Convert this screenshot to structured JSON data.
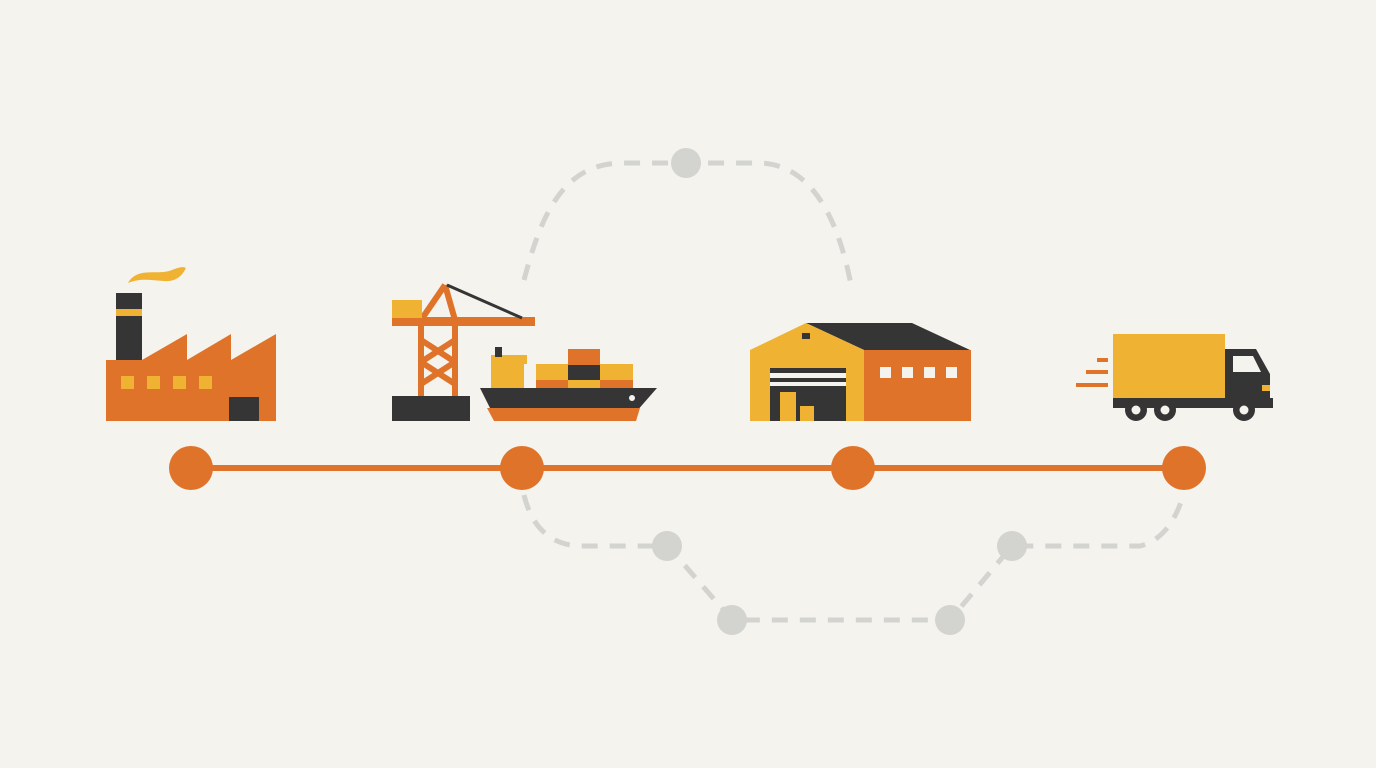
{
  "diagram": {
    "type": "supply-chain-flow",
    "stages": [
      {
        "id": "factory",
        "icon": "factory-icon"
      },
      {
        "id": "port",
        "icon": "port-crane-ship-icon"
      },
      {
        "id": "warehouse",
        "icon": "warehouse-icon"
      },
      {
        "id": "delivery",
        "icon": "delivery-truck-icon"
      }
    ],
    "main_route": {
      "style": "solid",
      "connects": [
        "factory",
        "port",
        "warehouse",
        "delivery"
      ]
    },
    "alternate_routes": [
      {
        "style": "dashed",
        "path": "port-over-arc-to-warehouse",
        "waypoints": 1
      },
      {
        "style": "dashed",
        "path": "port-under-loop-to-delivery",
        "waypoints": 4
      }
    ],
    "colors": {
      "background": "#f4f3ee",
      "orange": "#e0732a",
      "yellow": "#f0b232",
      "dark": "#353535",
      "dashed_gray": "#d3d3d0"
    }
  }
}
